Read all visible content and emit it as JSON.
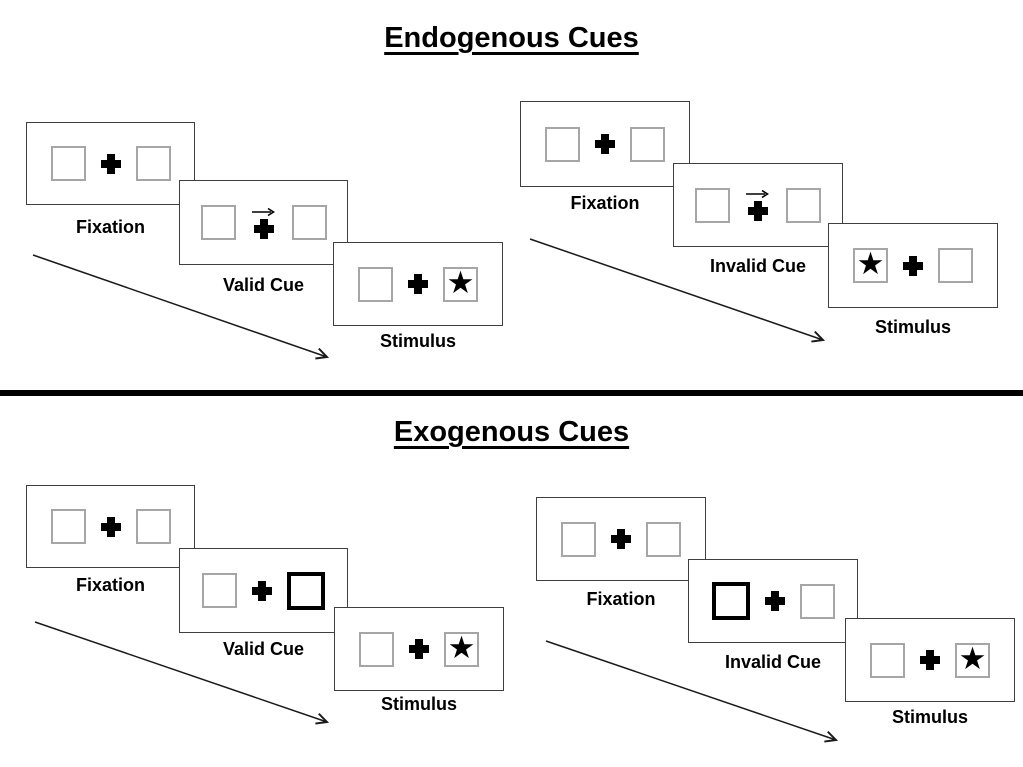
{
  "figure": {
    "divider_color": "#000000",
    "ink_color": "#000000",
    "card_border_color": "#3f3f3f",
    "placeholder_box_border_color": "#a6a6a6"
  },
  "icons": {
    "star": "★"
  },
  "sections": {
    "endogenous": {
      "title": "Endogenous Cues",
      "valid": {
        "fixation_label": "Fixation",
        "cue_label": "Valid Cue",
        "stimulus_label": "Stimulus",
        "cue_type": "central arrow pointing right",
        "target_side": "right"
      },
      "invalid": {
        "fixation_label": "Fixation",
        "cue_label": "Invalid Cue",
        "stimulus_label": "Stimulus",
        "cue_type": "central arrow pointing right",
        "target_side": "left"
      }
    },
    "exogenous": {
      "title": "Exogenous Cues",
      "valid": {
        "fixation_label": "Fixation",
        "cue_label": "Valid Cue",
        "stimulus_label": "Stimulus",
        "cue_type": "right box highlighted",
        "target_side": "right"
      },
      "invalid": {
        "fixation_label": "Fixation",
        "cue_label": "Invalid Cue",
        "stimulus_label": "Stimulus",
        "cue_type": "left box highlighted",
        "target_side": "right"
      }
    }
  }
}
